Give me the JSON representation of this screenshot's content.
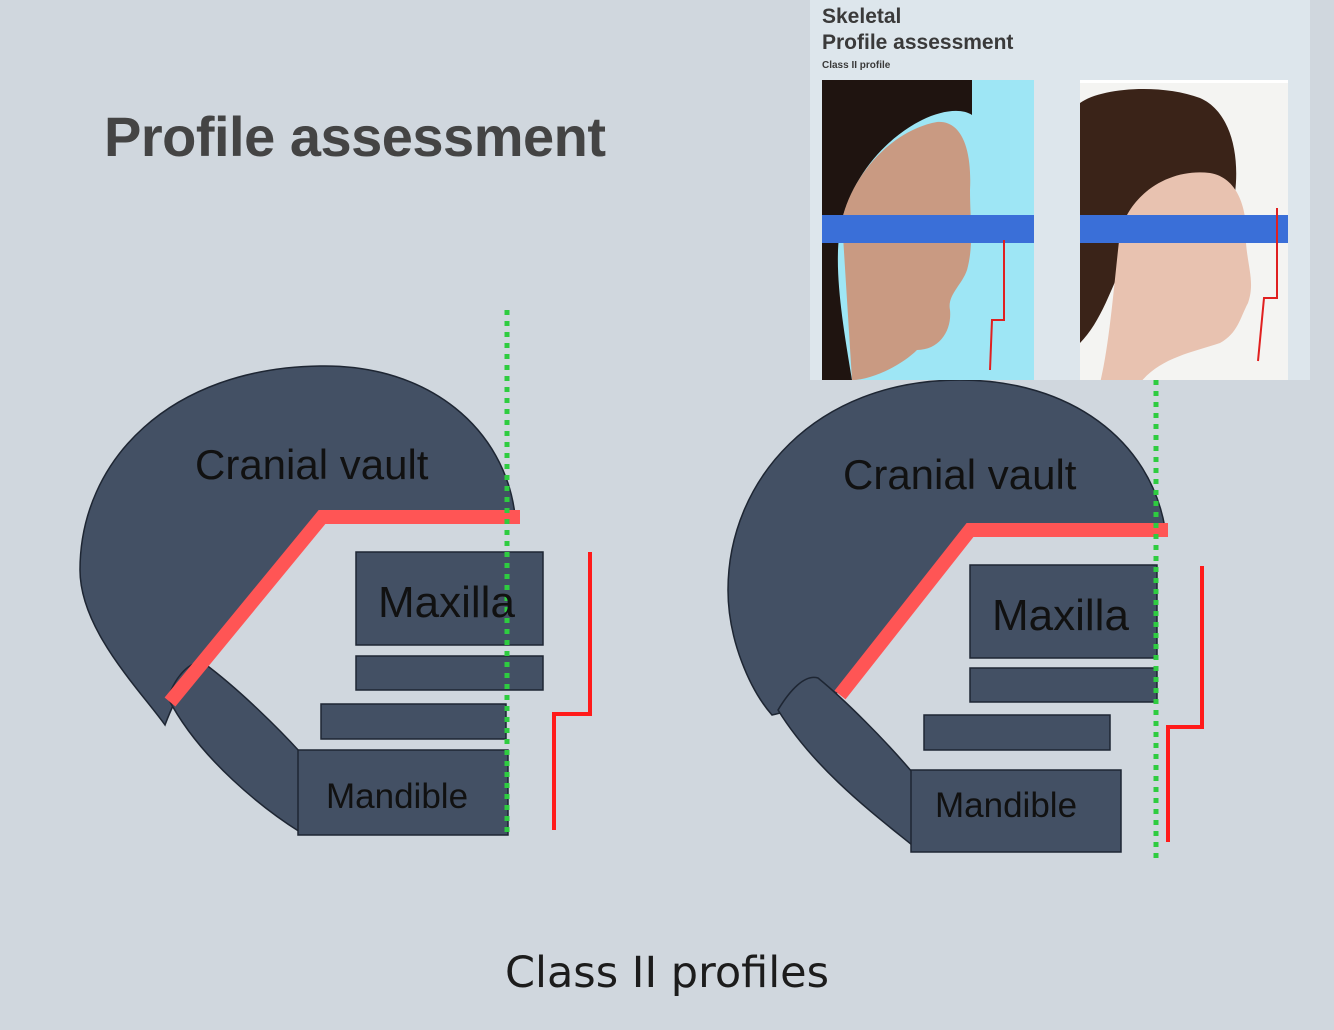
{
  "slide": {
    "title": "Profile assessment",
    "caption": "Class II profiles"
  },
  "diagram_left": {
    "cranial_label": "Cranial vault",
    "maxilla_label": "Maxilla",
    "mandible_label": "Mandible"
  },
  "diagram_right": {
    "cranial_label": "Cranial vault",
    "maxilla_label": "Maxilla",
    "mandible_label": "Mandible"
  },
  "inset": {
    "title_line1": "Skeletal",
    "title_line2": "Profile assessment",
    "subtitle": "Class II profile"
  },
  "colors": {
    "background": "#d0d7de",
    "shape_fill": "#435064",
    "cranial_base_line": "#ff5555",
    "profile_line": "#ff1a1a",
    "vertical_reference": "#2ecc40",
    "eye_bar": "#3a6fd8",
    "photo_bg_left": "#9ee6f5",
    "photo_bg_right": "#f4f4f2"
  }
}
